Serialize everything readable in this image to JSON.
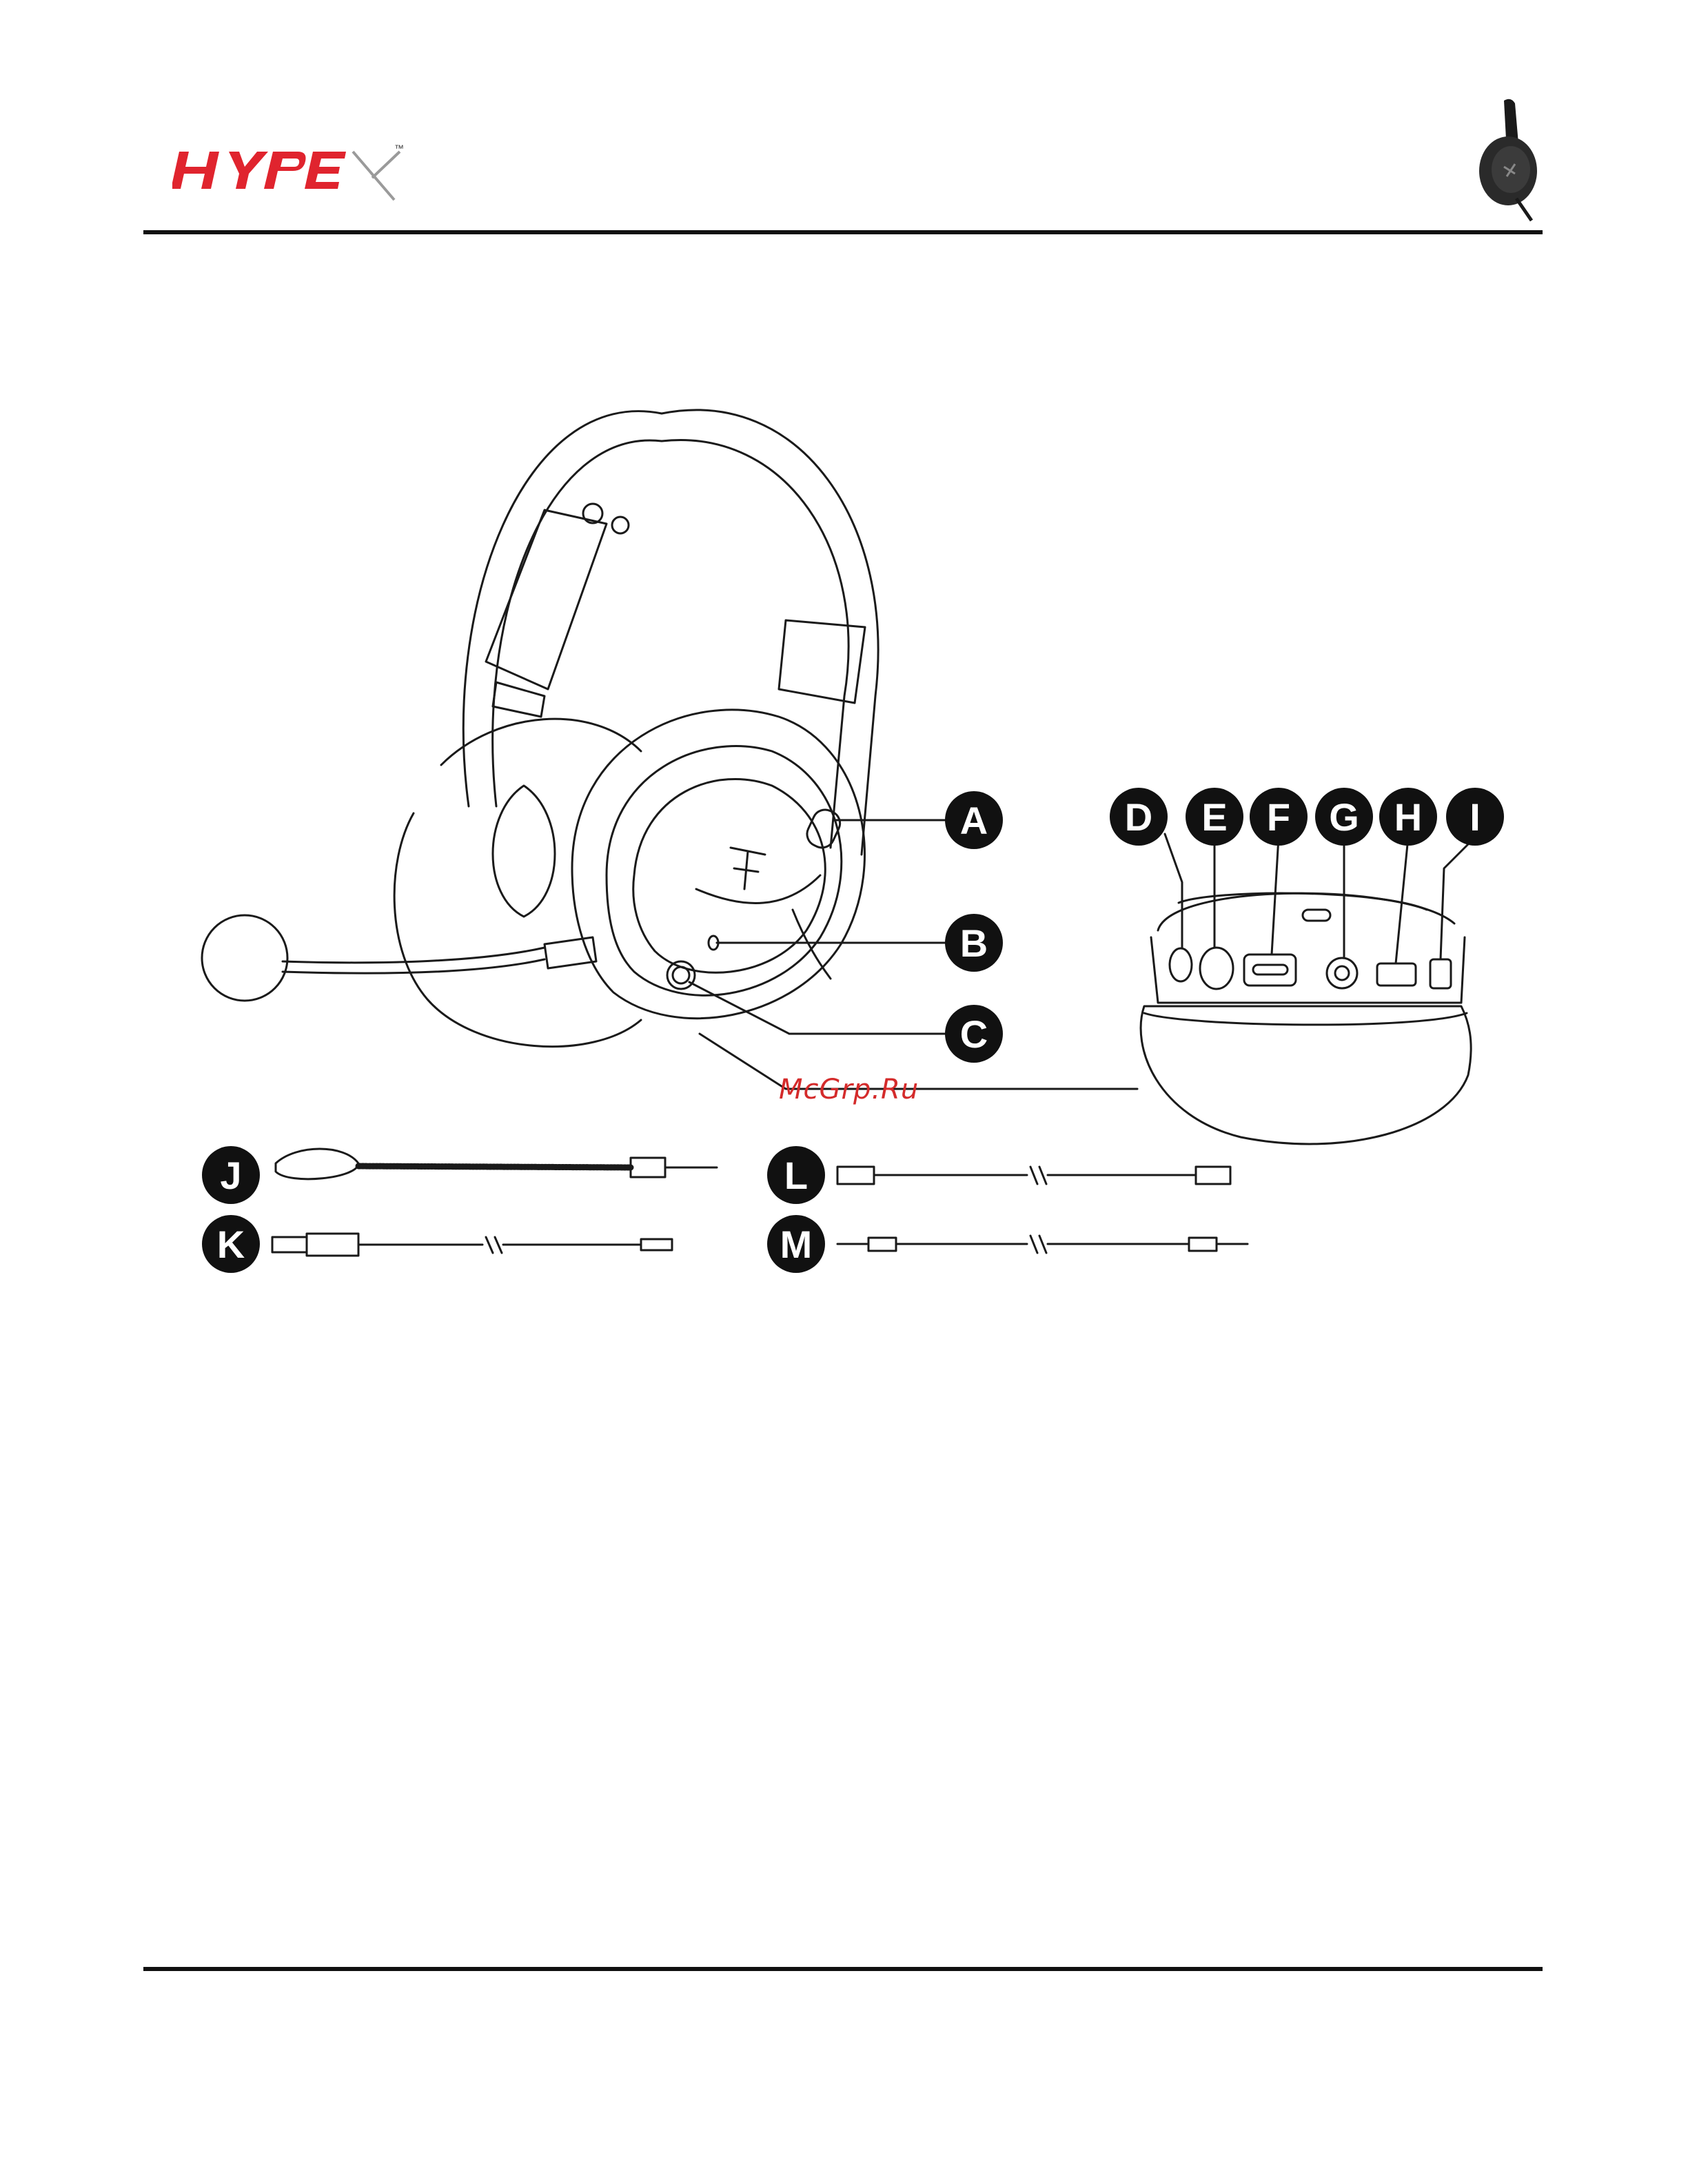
{
  "header": {
    "logo_text": "HyperX",
    "logo_trademark": "™"
  },
  "callouts": {
    "A": "A",
    "B": "B",
    "C": "C",
    "D": "D",
    "E": "E",
    "F": "F",
    "G": "G",
    "H": "H",
    "I": "I",
    "J": "J",
    "K": "K",
    "L": "L",
    "M": "M"
  },
  "watermark": "McGrp.Ru",
  "colors": {
    "brand_red": "#e0242e",
    "callout_fill": "#111111",
    "line": "#1a1a1a",
    "watermark": "#d42b2b"
  }
}
